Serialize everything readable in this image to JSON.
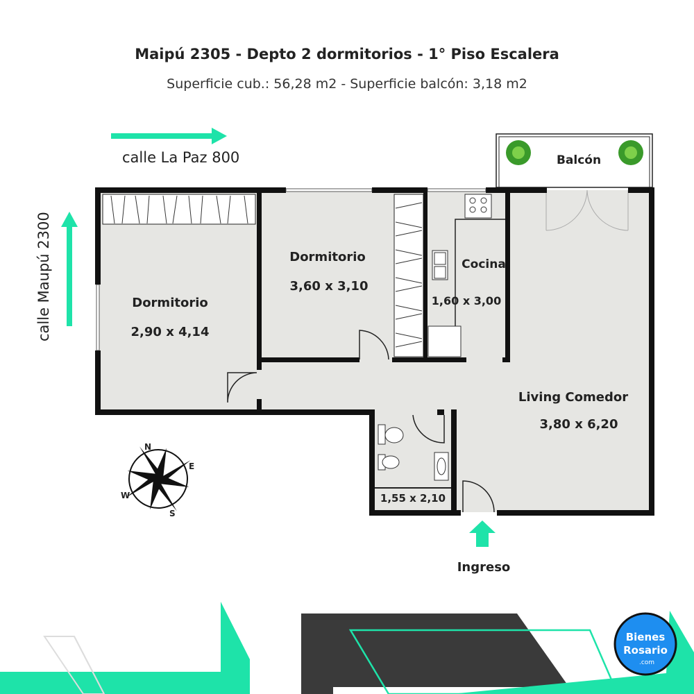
{
  "header": {
    "title": "Maipú 2305 - Depto 2 dormitorios - 1° Piso Escalera",
    "subtitle": "Superficie cub.: 56,28 m2 - Superficie balcón: 3,18 m2"
  },
  "streets": {
    "horizontal": "calle La Paz 800",
    "vertical": "calle Maupú 2300"
  },
  "rooms": [
    {
      "name": "Dormitorio",
      "size": "2,90 x 4,14"
    },
    {
      "name": "Dormitorio",
      "size": "3,60 x 3,10"
    },
    {
      "name": "Cocina",
      "size": "1,60 x 3,00"
    },
    {
      "name": "Living Comedor",
      "size": "3,80 x 6,20"
    },
    {
      "name": "",
      "size": "1,55 x 2,10"
    },
    {
      "name": "Balcón",
      "size": ""
    }
  ],
  "entrance": "Ingreso",
  "compass": {
    "n": "N",
    "e": "E",
    "s": "S",
    "w": "W"
  },
  "logo": {
    "line1": "Bienes",
    "line2": "Rosario",
    "line3": ".com"
  },
  "colors": {
    "accent": "#1ee3a9",
    "wall": "#111111",
    "floor": "#e6e6e3",
    "dark": "#3a3a3a",
    "logo": "#1e8ef0"
  }
}
